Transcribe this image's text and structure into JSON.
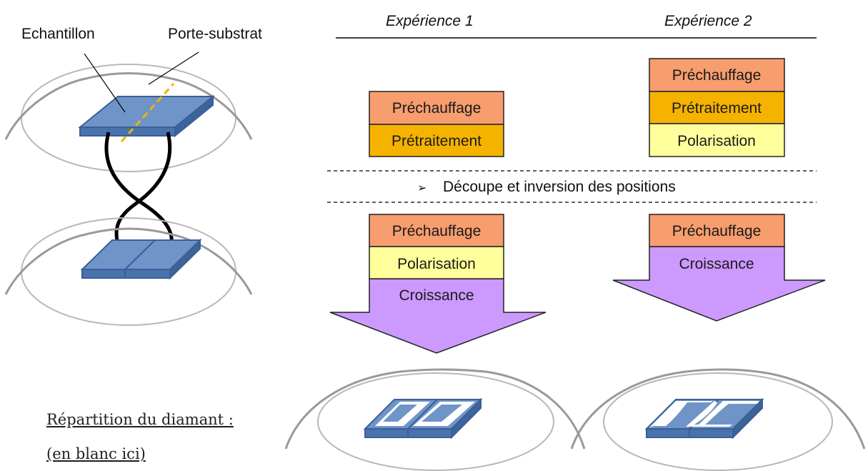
{
  "labels": {
    "sample": "Echantillon",
    "holder": "Porte-substrat",
    "distribution_line1": "Répartition du diamant :",
    "distribution_line2": "(en blanc ici)"
  },
  "experiments": {
    "exp1": {
      "title": "Expérience 1",
      "before": [
        "Préchauffage",
        "Prétraitement"
      ],
      "after": [
        "Préchauffage",
        "Polarisation"
      ],
      "arrow": "Croissance"
    },
    "exp2": {
      "title": "Expérience 2",
      "before": [
        "Préchauffage",
        "Prétraitement",
        "Polarisation"
      ],
      "after": [
        "Préchauffage"
      ],
      "arrow": "Croissance"
    }
  },
  "separator_text": "Découpe et inversion des positions",
  "colors": {
    "prechauffage": "#f79d6e",
    "pretraitement": "#f5b300",
    "polarisation": "#ffff9b",
    "croissance": "#cc99ff",
    "sample_fill": "#6f95c8",
    "sample_edge": "#3a5f9a",
    "cut_line": "#f0b400",
    "holder_stroke": "#b0b0b0"
  }
}
